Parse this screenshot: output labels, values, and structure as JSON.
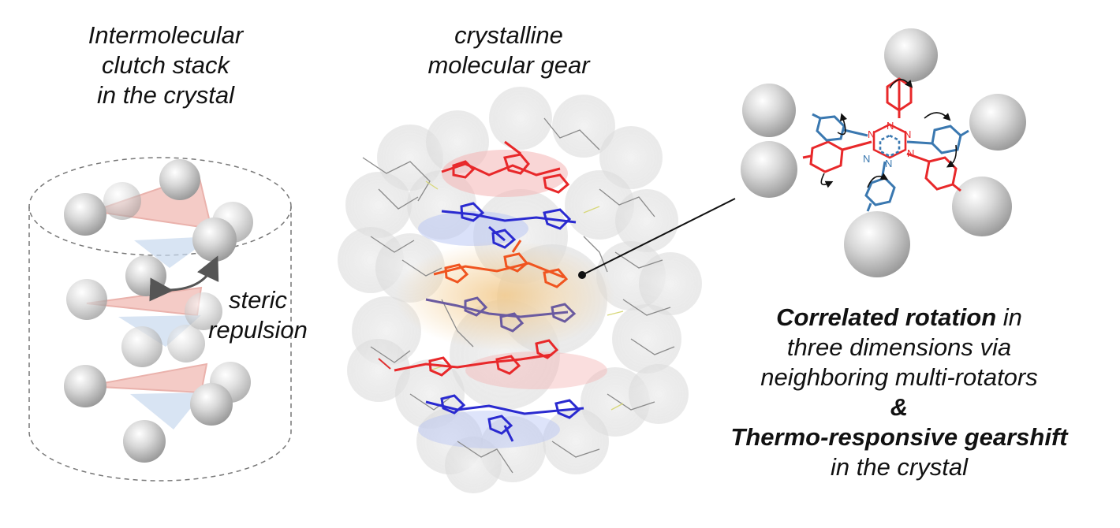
{
  "left_panel": {
    "title_lines": [
      "Intermolecular",
      "clutch stack",
      "in the crystal"
    ],
    "steric_label_lines": [
      "steric",
      "repulsion"
    ]
  },
  "center_panel": {
    "title_lines": [
      "crystalline",
      "molecular gear"
    ]
  },
  "right_panel": {
    "nitrogen_label": "N",
    "summary": {
      "line1_bold": "Correlated rotation",
      "line1_rest": " in",
      "line2": "three dimensions via",
      "line3": "neighboring multi-rotators",
      "line4": "&",
      "line5_bold": "Thermo-responsive gearshift",
      "line6": "in the crystal"
    }
  },
  "colors": {
    "red_rotor": "#e8282a",
    "blue_rotor": "#3a78b0",
    "dark_blue_rotor": "#2a2ad0",
    "sphere_gray": "#c8c8c8",
    "highlight_orange": "#f2c98a"
  }
}
